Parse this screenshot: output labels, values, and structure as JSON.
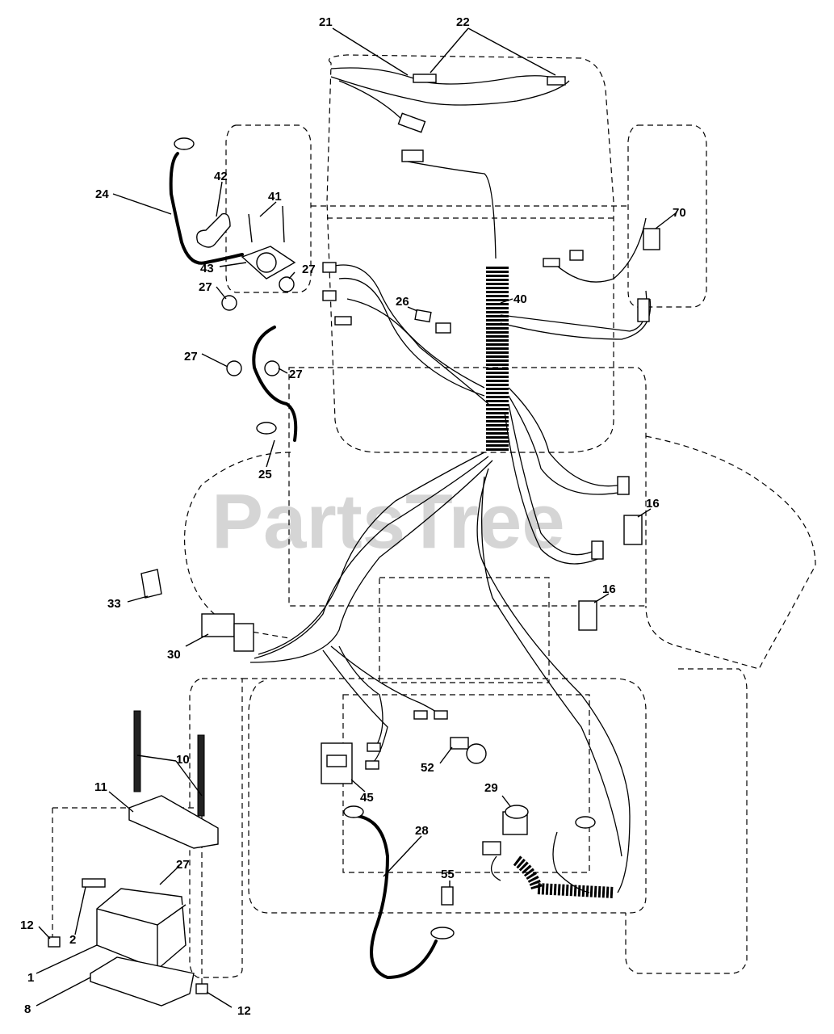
{
  "watermark": "PartsTree",
  "callouts": [
    {
      "id": "c21",
      "label": "21"
    },
    {
      "id": "c22",
      "label": "22"
    },
    {
      "id": "c24",
      "label": "24"
    },
    {
      "id": "c42",
      "label": "42"
    },
    {
      "id": "c41",
      "label": "41"
    },
    {
      "id": "c43",
      "label": "43"
    },
    {
      "id": "c27a",
      "label": "27"
    },
    {
      "id": "c27b",
      "label": "27"
    },
    {
      "id": "c27c",
      "label": "27"
    },
    {
      "id": "c27d",
      "label": "27"
    },
    {
      "id": "c26",
      "label": "26"
    },
    {
      "id": "c40",
      "label": "40"
    },
    {
      "id": "c70",
      "label": "70"
    },
    {
      "id": "c25",
      "label": "25"
    },
    {
      "id": "c16a",
      "label": "16"
    },
    {
      "id": "c16b",
      "label": "16"
    },
    {
      "id": "c33",
      "label": "33"
    },
    {
      "id": "c30",
      "label": "30"
    },
    {
      "id": "c10",
      "label": "10"
    },
    {
      "id": "c11",
      "label": "11"
    },
    {
      "id": "c52",
      "label": "52"
    },
    {
      "id": "c45",
      "label": "45"
    },
    {
      "id": "c29",
      "label": "29"
    },
    {
      "id": "c28",
      "label": "28"
    },
    {
      "id": "c27e",
      "label": "27"
    },
    {
      "id": "c55",
      "label": "55"
    },
    {
      "id": "c12a",
      "label": "12"
    },
    {
      "id": "c2",
      "label": "2"
    },
    {
      "id": "c1",
      "label": "1"
    },
    {
      "id": "c8",
      "label": "8"
    },
    {
      "id": "c12b",
      "label": "12"
    }
  ]
}
